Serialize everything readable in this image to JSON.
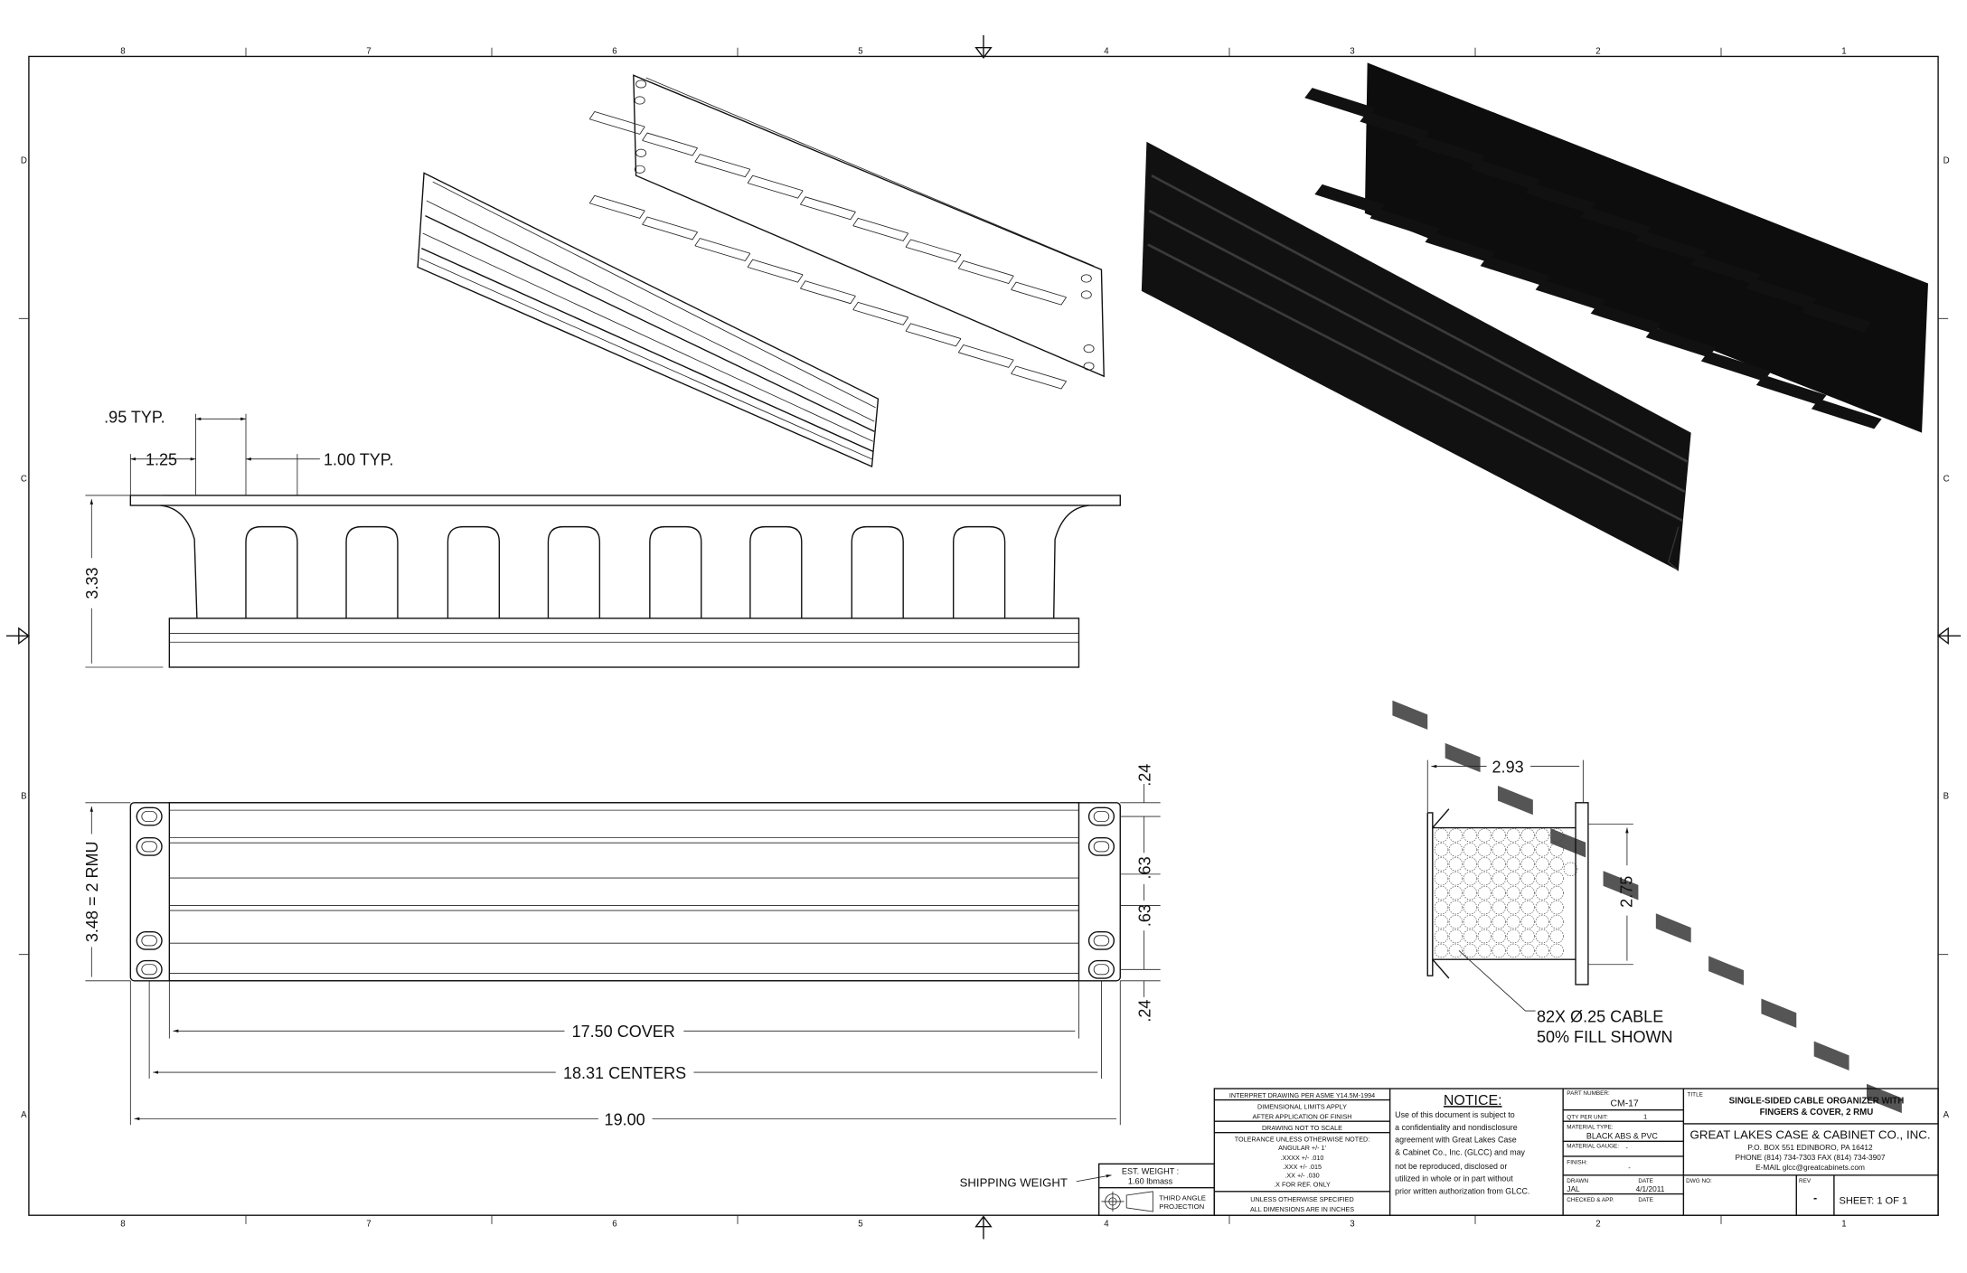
{
  "zones": {
    "columns": [
      "8",
      "7",
      "6",
      "5",
      "4",
      "3",
      "2",
      "1"
    ],
    "rows": [
      "D",
      "C",
      "B",
      "A"
    ]
  },
  "front_view": {
    "dims": {
      "finger_width": ".95 TYP.",
      "end_offset": "1.25",
      "slot_width": "1.00 TYP.",
      "height": "3.33"
    }
  },
  "top_view": {
    "dims": {
      "height": "3.48 = 2 RMU",
      "top_margin": ".24",
      "spacing_1": ".63",
      "spacing_2": ".63",
      "bottom_margin": ".24",
      "cover_length": "17.50 COVER",
      "hole_centers": "18.31 CENTERS",
      "overall_length": "19.00"
    }
  },
  "side_view": {
    "dims": {
      "width": "2.93",
      "height": "2.75"
    },
    "callout_line1": "82X  Ø.25 CABLE",
    "callout_line2": "50% FILL SHOWN"
  },
  "shipping": {
    "label": "SHIPPING WEIGHT",
    "est_label": "EST. WEIGHT :",
    "est_value": "1.60 lbmass",
    "projection_line1": "THIRD ANGLE",
    "projection_line2": "PROJECTION"
  },
  "title_block": {
    "interpret": "INTERPRET DRAWING PER ASME Y14.5M-1994",
    "limits_line1": "DIMENSIONAL LIMITS APPLY",
    "limits_line2": "AFTER APPLICATION OF FINISH",
    "not_to_scale": "DRAWING NOT TO SCALE",
    "tolerance_heading": "TOLERANCE UNLESS OTHERWISE NOTED:",
    "tolerances": [
      "ANGULAR +/- 1'",
      ".XXXX +/- .010",
      ".XXX +/- .015",
      ".XX +/- .030",
      ".X FOR REF. ONLY"
    ],
    "units_line1": "UNLESS OTHERWISE SPECIFIED",
    "units_line2": "ALL DIMENSIONS ARE IN INCHES",
    "notice_heading": "NOTICE:",
    "notice_lines": [
      "Use of this document is subject to",
      "a confidentiality and nondisclosure",
      "agreement with Great Lakes Case",
      "& Cabinet Co., Inc. (GLCC) and may",
      "not be reproduced, disclosed or",
      "utilized in whole or in part without",
      "prior written authorization from GLCC."
    ],
    "part_number_label": "PART NUMBER:",
    "part_number": "CM-17",
    "qty_label": "QTY PER UNIT:",
    "qty": "1",
    "material_type_label": "MATERIAL TYPE:",
    "material_type": "BLACK ABS & PVC",
    "material_gauge_label": "MATERIAL GAUGE:",
    "material_gauge": "-",
    "finish_label": "FINISH:",
    "finish": "-",
    "drawn_label": "DRAWN",
    "drawn_by": "JAL",
    "date_label": "DATE",
    "drawn_date": "4/1/2011",
    "checked_label": "CHECKED & APP.",
    "checked_date_label": "DATE",
    "title_label": "TITLE",
    "title_line1": "SINGLE-SIDED CABLE ORGANIZER WITH",
    "title_line2": "FINGERS & COVER, 2 RMU",
    "company": "GREAT LAKES CASE & CABINET CO., INC.",
    "address": "P.O. BOX 551 EDINBORO, PA 16412",
    "phone": "PHONE (814) 734-7303 FAX (814) 734-3907",
    "email": "E-MAIL glcc@greatcabinets.com",
    "dwg_no_label": "DWG NO:",
    "rev_label": "REV",
    "rev": "-",
    "sheet": "SHEET: 1  OF  1"
  }
}
